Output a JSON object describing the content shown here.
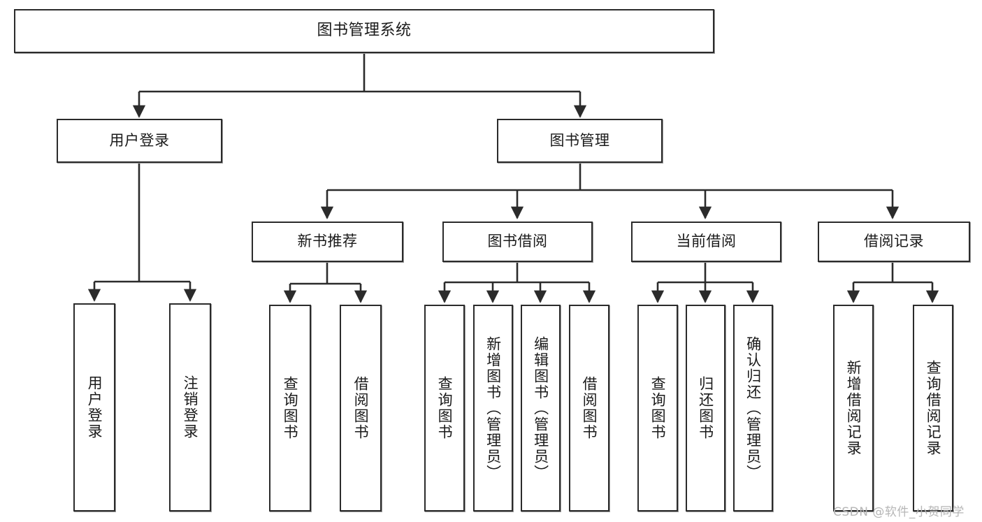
{
  "diagram": {
    "title": "图书管理系统",
    "type": "tree",
    "root": {
      "id": "root",
      "label": "图书管理系统",
      "orientation": "horizontal"
    },
    "level2": [
      {
        "id": "user-login",
        "label": "用户登录",
        "orientation": "horizontal"
      },
      {
        "id": "book-manage",
        "label": "图书管理",
        "orientation": "horizontal"
      }
    ],
    "level3": [
      {
        "id": "new-book-rec",
        "label": "新书推荐",
        "orientation": "horizontal",
        "parent": "book-manage"
      },
      {
        "id": "book-borrow",
        "label": "图书借阅",
        "orientation": "horizontal",
        "parent": "book-manage"
      },
      {
        "id": "current-borrow",
        "label": "当前借阅",
        "orientation": "horizontal",
        "parent": "book-manage"
      },
      {
        "id": "borrow-record",
        "label": "借阅记录",
        "orientation": "horizontal",
        "parent": "book-manage"
      }
    ],
    "leaves": [
      {
        "id": "leaf-user-login",
        "label": "用户登录",
        "parent": "user-login",
        "orientation": "vertical"
      },
      {
        "id": "leaf-logout",
        "label": "注销登录",
        "parent": "user-login",
        "orientation": "vertical"
      },
      {
        "id": "leaf-query-book-1",
        "label": "查询图书",
        "parent": "new-book-rec",
        "orientation": "vertical"
      },
      {
        "id": "leaf-borrow-book-1",
        "label": "借阅图书",
        "parent": "new-book-rec",
        "orientation": "vertical"
      },
      {
        "id": "leaf-query-book-2",
        "label": "查询图书",
        "parent": "book-borrow",
        "orientation": "vertical"
      },
      {
        "id": "leaf-add-book",
        "label": "新增图书（管理员）",
        "parent": "book-borrow",
        "orientation": "vertical"
      },
      {
        "id": "leaf-edit-book",
        "label": "编辑图书（管理员）",
        "parent": "book-borrow",
        "orientation": "vertical"
      },
      {
        "id": "leaf-borrow-book-2",
        "label": "借阅图书",
        "parent": "book-borrow",
        "orientation": "vertical"
      },
      {
        "id": "leaf-query-book-3",
        "label": "查询图书",
        "parent": "current-borrow",
        "orientation": "vertical"
      },
      {
        "id": "leaf-return-book",
        "label": "归还图书",
        "parent": "current-borrow",
        "orientation": "vertical"
      },
      {
        "id": "leaf-confirm-return",
        "label": "确认归还（管理员）",
        "parent": "current-borrow",
        "orientation": "vertical"
      },
      {
        "id": "leaf-add-record",
        "label": "新增借阅记录",
        "parent": "borrow-record",
        "orientation": "vertical"
      },
      {
        "id": "leaf-query-record",
        "label": "查询借阅记录",
        "parent": "borrow-record",
        "orientation": "vertical"
      }
    ]
  },
  "watermark": {
    "text": "CSDN @软件_小贺同学"
  },
  "colors": {
    "stroke": "#2b2b2b",
    "fill": "#ffffff",
    "text": "#1a1a1a",
    "watermark": "#b6b6b6"
  }
}
